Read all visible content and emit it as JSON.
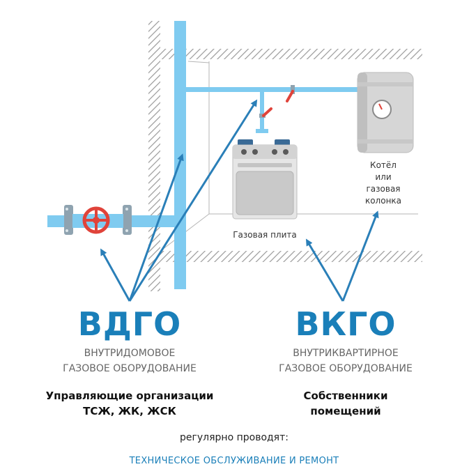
{
  "colors": {
    "pipe": "#7fcbf0",
    "accent": "#1a7fb9",
    "arrow": "#2a7fb8",
    "valve": "#e0433a",
    "hatch": "#9a9a9a"
  },
  "labels": {
    "boiler": [
      "Котёл",
      "или",
      "газовая",
      "колонка"
    ],
    "stove": "Газовая плита"
  },
  "left": {
    "title": "ВДГО",
    "subtitle_1": "ВНУТРИДОМОВОЕ",
    "subtitle_2": "ГАЗОВОЕ ОБОРУДОВАНИЕ",
    "owner_1": "Управляющие организации",
    "owner_2": "ТСЖ, ЖК, ЖСК"
  },
  "right": {
    "title": "ВКГО",
    "subtitle_1": "ВНУТРИКВАРТИРНОЕ",
    "subtitle_2": "ГАЗОВОЕ ОБОРУДОВАНИЕ",
    "owner_1": "Собственники",
    "owner_2": "помещений"
  },
  "footer": {
    "line_1": "регулярно проводят:",
    "line_2": "ТЕХНИЧЕСКОЕ ОБСЛУЖИВАНИЕ И РЕМОНТ"
  }
}
